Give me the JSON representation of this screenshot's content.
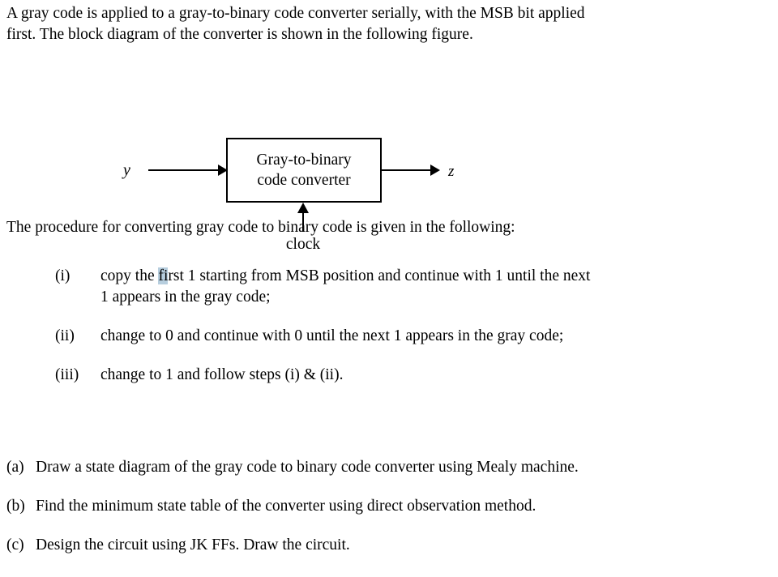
{
  "intro": {
    "line1": "A gray code is applied to a gray-to-binary code converter serially, with the MSB bit applied",
    "line2": "first. The block diagram of the converter is shown in the following figure."
  },
  "diagram": {
    "box_line1": "Gray-to-binary",
    "box_line2": "code converter",
    "input_label": "y",
    "output_label": "z",
    "clock_label": "clock",
    "line_color": "#000000"
  },
  "procedure": {
    "lead_in": "The procedure for converting gray code to binary code is given in the following:",
    "items": [
      {
        "marker": "(i)",
        "line1_before": "copy the ",
        "line1_highlight": "fi",
        "line1_after": "rst 1 starting from MSB position and continue with 1 until the next",
        "line2": "1 appears in the gray code;"
      },
      {
        "marker": "(ii)",
        "line1": "change to 0 and continue with 0 until the next 1 appears in the gray code;"
      },
      {
        "marker": "(iii)",
        "line1": "change to 1 and follow steps (i) & (ii)."
      }
    ],
    "highlight_color": "#b7cede"
  },
  "questions": [
    {
      "marker": "(a)",
      "text": "Draw a state diagram of the gray code to binary code converter using Mealy machine."
    },
    {
      "marker": "(b)",
      "text": "Find the minimum state table of the converter using direct observation method."
    },
    {
      "marker": "(c)",
      "text": "Design the circuit using JK FFs.  Draw the circuit."
    }
  ]
}
